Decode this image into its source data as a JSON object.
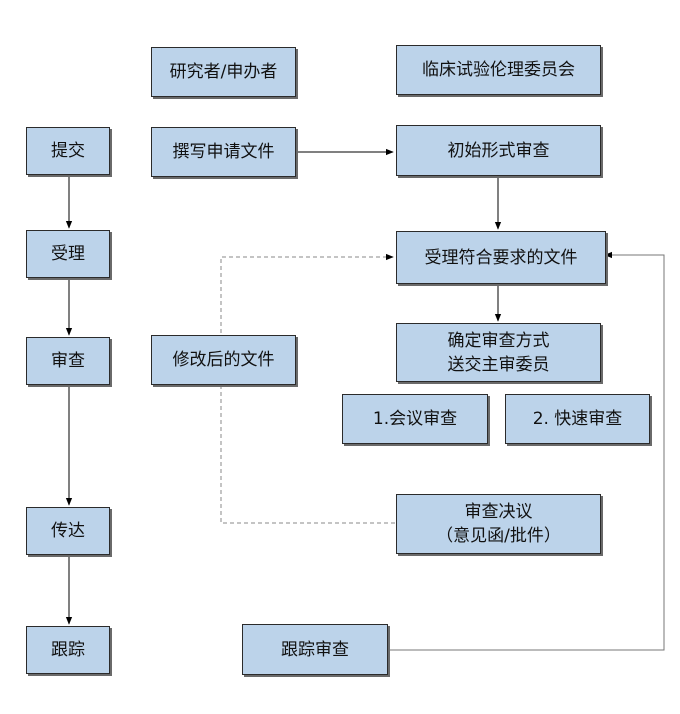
{
  "colors": {
    "box_fill": "#bcd3ea",
    "box_border": "#2b2b2b",
    "arrow": "#000000",
    "connector": "#777777",
    "dashed": "#8a8a8a"
  },
  "headers": {
    "researcher": "研究者/申办者",
    "committee": "临床试验伦理委员会"
  },
  "steps": {
    "submit": "提交",
    "accept": "受理",
    "review": "审查",
    "communicate": "传达",
    "track": "跟踪"
  },
  "boxes": {
    "write_application": "撰写申请文件",
    "initial_check": "初始形式审查",
    "accepted_docs": "受理符合要求的文件",
    "assign_line1": "确定审查方式",
    "assign_line2": "送交主审委员",
    "meeting_review": "1.会议审查",
    "fast_review": "2. 快速审查",
    "revised_docs": "修改后的文件",
    "decision_line1": "审查决议",
    "decision_line2": "（意见函/批件）",
    "tracking_review": "跟踪审查"
  }
}
